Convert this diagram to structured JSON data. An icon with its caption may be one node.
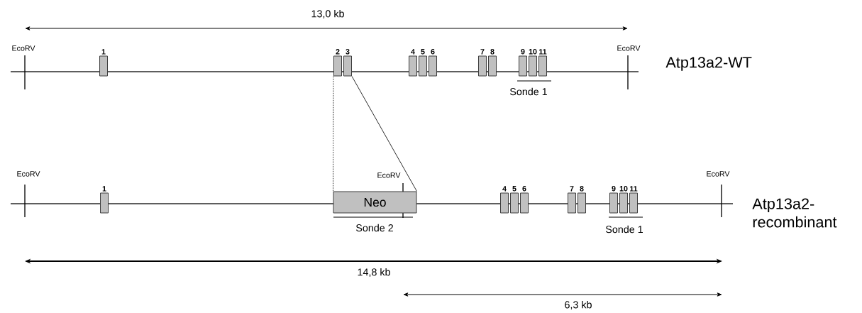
{
  "diagram": {
    "nodes": [
      {
        "text": [
          "1"
        ]
      },
      {
        "text": [
          "2"
        ]
      },
      {
        "text": [
          "3"
        ]
      },
      {
        "text": [
          "4"
        ]
      },
      {
        "text": [
          "5"
        ]
      },
      {
        "text": [
          "6"
        ]
      },
      {
        "text": [
          "7"
        ]
      },
      {
        "text": [
          "8"
        ]
      },
      {
        "text": [
          "9"
        ]
      },
      {
        "text": [
          "10"
        ]
      },
      {
        "text": [
          "11"
        ]
      },
      {
        "text": [
          "Neo"
        ]
      },
      {
        "text": [
          "1"
        ]
      },
      {
        "text": [
          "4"
        ]
      },
      {
        "text": [
          "5"
        ]
      },
      {
        "text": [
          "6"
        ]
      },
      {
        "text": [
          "7"
        ]
      },
      {
        "text": [
          "8"
        ]
      },
      {
        "text": [
          "9"
        ]
      },
      {
        "text": [
          "10"
        ]
      },
      {
        "text": [
          "11"
        ]
      }
    ],
    "edges": [
      {
        "from": 1,
        "to": 11,
        "arrow": "none",
        "style": "dashed"
      },
      {
        "from": 2,
        "to": 11,
        "arrow": "none"
      }
    ],
    "labels": [
      "13,0 kb",
      "EcoRV",
      "EcoRV",
      "Atp13a2-WT",
      "Sonde 1",
      "EcoRV",
      "EcoRV",
      "EcoRV",
      "Atp13a2- recombinant",
      "Sonde 2",
      "Sonde 1",
      "14,8 kb",
      "6,3 kb"
    ]
  }
}
